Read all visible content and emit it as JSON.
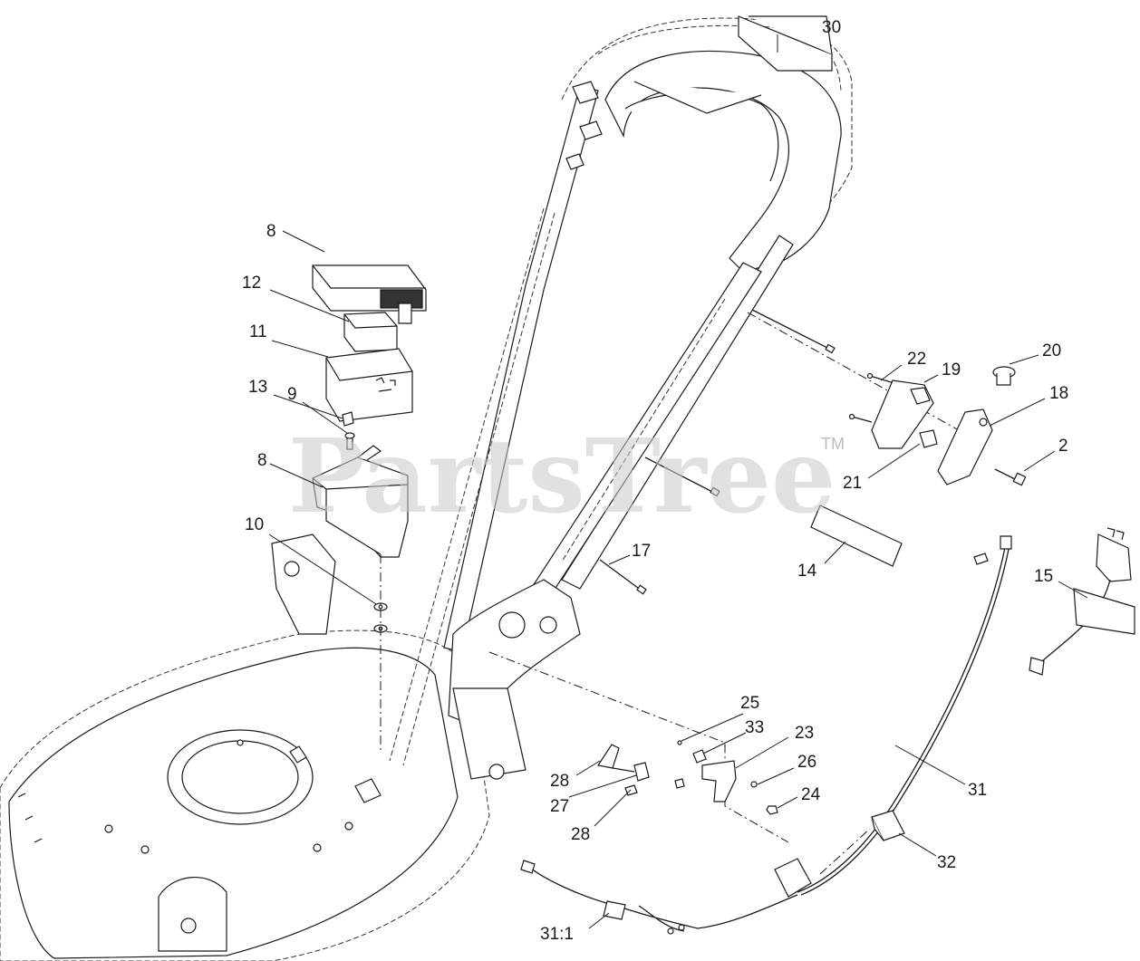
{
  "watermark": {
    "brand": "PartsTree",
    "tm": "TM"
  },
  "callouts": [
    {
      "id": "30",
      "label": "30"
    },
    {
      "id": "8a",
      "label": "8"
    },
    {
      "id": "12",
      "label": "12"
    },
    {
      "id": "11",
      "label": "11"
    },
    {
      "id": "13",
      "label": "13"
    },
    {
      "id": "9",
      "label": "9"
    },
    {
      "id": "8b",
      "label": "8"
    },
    {
      "id": "10",
      "label": "10"
    },
    {
      "id": "22",
      "label": "22"
    },
    {
      "id": "19",
      "label": "19"
    },
    {
      "id": "20",
      "label": "20"
    },
    {
      "id": "18",
      "label": "18"
    },
    {
      "id": "2",
      "label": "2"
    },
    {
      "id": "21",
      "label": "21"
    },
    {
      "id": "14",
      "label": "14"
    },
    {
      "id": "17",
      "label": "17"
    },
    {
      "id": "15",
      "label": "15"
    },
    {
      "id": "25",
      "label": "25"
    },
    {
      "id": "33",
      "label": "33"
    },
    {
      "id": "23",
      "label": "23"
    },
    {
      "id": "26",
      "label": "26"
    },
    {
      "id": "24",
      "label": "24"
    },
    {
      "id": "28a",
      "label": "28"
    },
    {
      "id": "27",
      "label": "27"
    },
    {
      "id": "28b",
      "label": "28"
    },
    {
      "id": "31",
      "label": "31"
    },
    {
      "id": "32",
      "label": "32"
    },
    {
      "id": "31-1",
      "label": "31:1"
    }
  ]
}
